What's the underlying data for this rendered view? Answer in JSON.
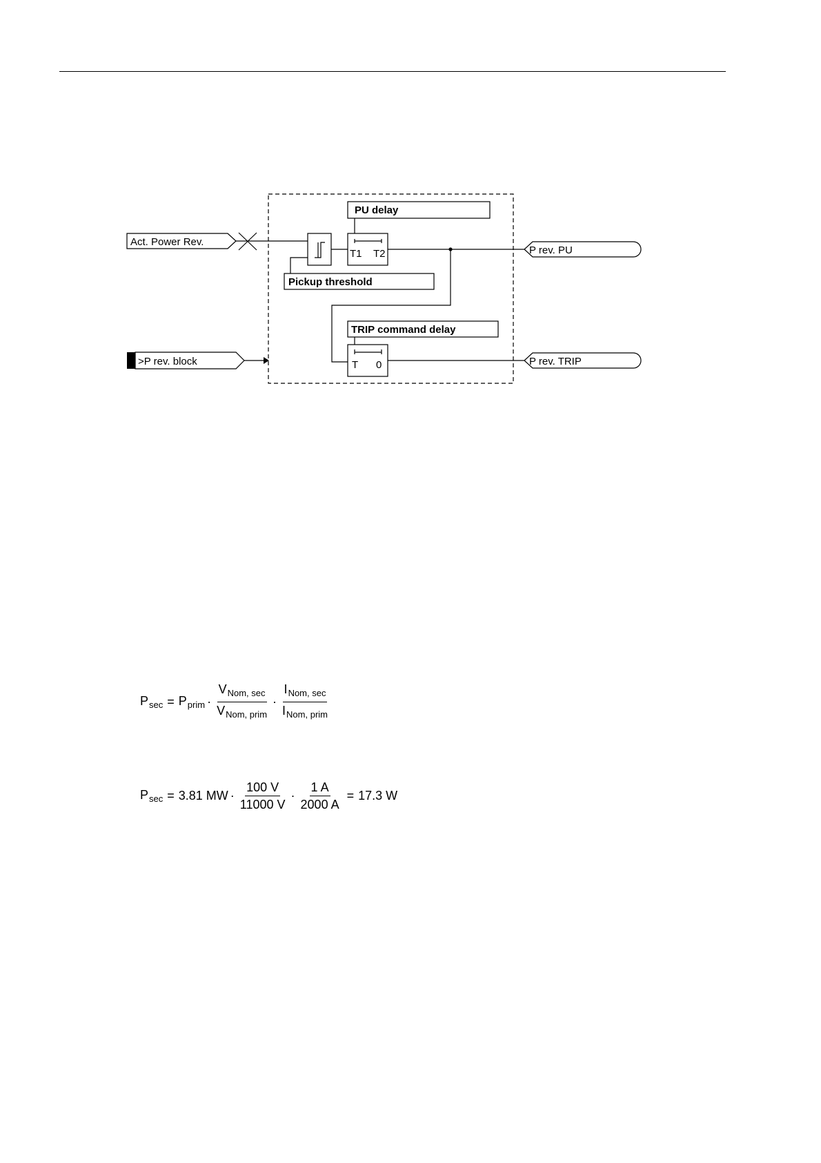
{
  "diagram": {
    "inputs": {
      "act_power": "Act. Power Rev.",
      "block": ">P rev. block"
    },
    "outputs": {
      "pu": "P rev. PU",
      "trip": "P rev. TRIP"
    },
    "params": {
      "pu_delay": "PU delay",
      "pickup_threshold": "Pickup threshold",
      "trip_delay": "TRIP command delay"
    },
    "timer1": {
      "left": "T1",
      "right": "T2"
    },
    "timer2": {
      "left": "T",
      "right": "0"
    }
  },
  "formula": {
    "lhs": "P",
    "lhs_sub": "sec",
    "eq": "=",
    "p": "P",
    "p_sub": "prim",
    "dot": "·",
    "vnum": "V",
    "vnum_sub": "Nom, sec",
    "vden": "V",
    "vden_sub": "Nom, prim",
    "inum": "I",
    "inum_sub": "Nom, sec",
    "iden": "I",
    "iden_sub": "Nom, prim"
  },
  "example": {
    "lhs": "P",
    "lhs_sub": "sec",
    "eq": "=",
    "value": "3.81 MW",
    "dot": "·",
    "f1_num": "100 V",
    "f1_den": "11000 V",
    "f2_num": "1 A",
    "f2_den": "2000 A",
    "result_eq": "=",
    "result": "17.3 W"
  }
}
